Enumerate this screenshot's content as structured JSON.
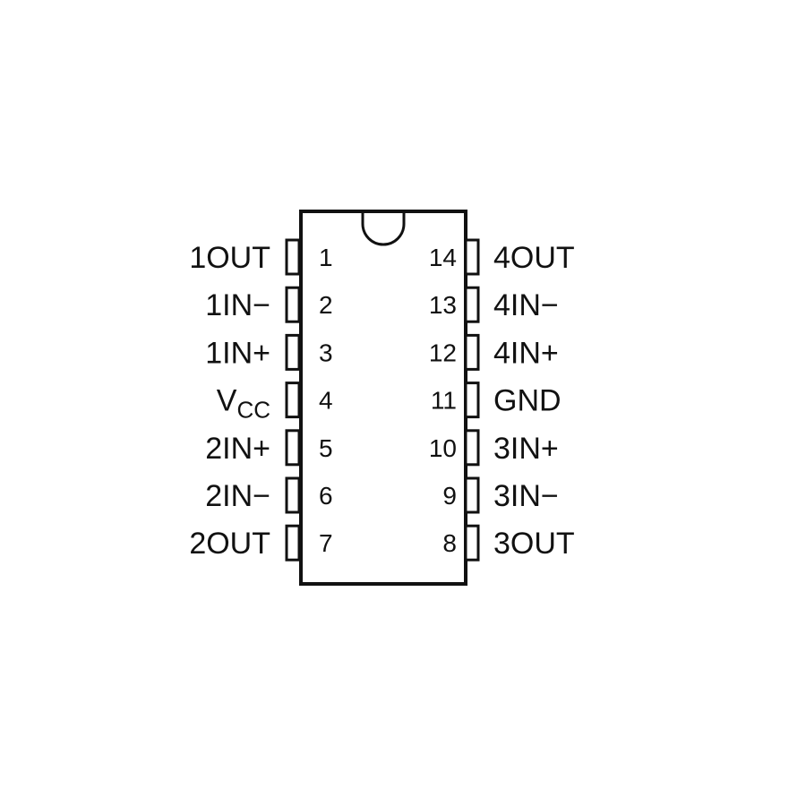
{
  "package": {
    "left_pins": [
      {
        "number": "1",
        "label": "1OUT"
      },
      {
        "number": "2",
        "label": "1IN−"
      },
      {
        "number": "3",
        "label": "1IN+"
      },
      {
        "number": "4",
        "label": "V",
        "label_sub": "CC"
      },
      {
        "number": "5",
        "label": "2IN+"
      },
      {
        "number": "6",
        "label": "2IN−"
      },
      {
        "number": "7",
        "label": "2OUT"
      }
    ],
    "right_pins": [
      {
        "number": "14",
        "label": "4OUT"
      },
      {
        "number": "13",
        "label": "4IN−"
      },
      {
        "number": "12",
        "label": "4IN+"
      },
      {
        "number": "11",
        "label": "GND"
      },
      {
        "number": "10",
        "label": "3IN+"
      },
      {
        "number": "9",
        "label": "3IN−"
      },
      {
        "number": "8",
        "label": "3OUT"
      }
    ]
  }
}
